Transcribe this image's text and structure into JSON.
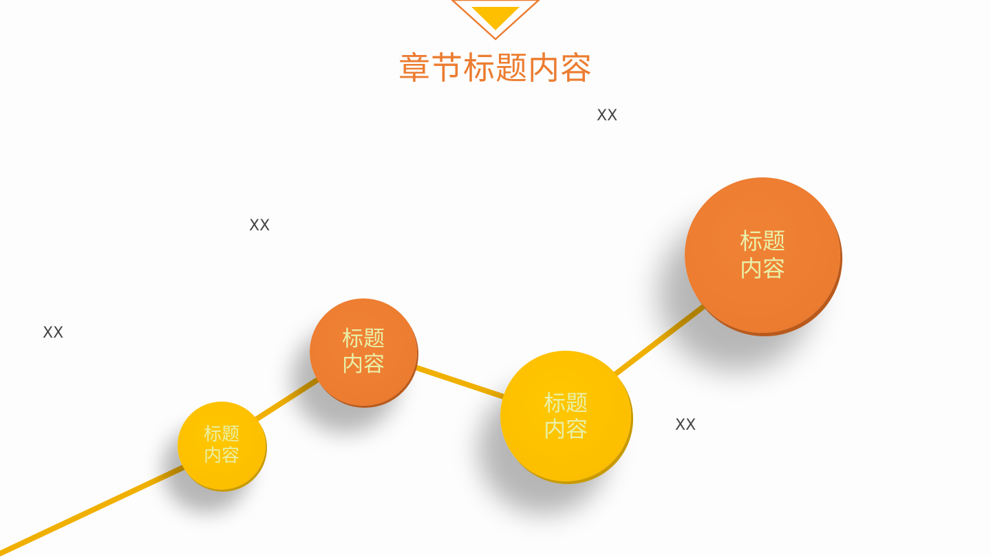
{
  "title": "章节标题内容",
  "nodes": [
    {
      "line1": "标题",
      "line2": "内容"
    },
    {
      "line1": "标题",
      "line2": "内容"
    },
    {
      "line1": "标题",
      "line2": "内容"
    },
    {
      "line1": "标题",
      "line2": "内容"
    }
  ],
  "annotations": [
    "XX",
    "XX",
    "XX",
    "XX"
  ],
  "colors": {
    "orange": "#ec7c30",
    "yellow": "#fdbf00",
    "label": "#e9f0a8",
    "annotation": "#444444",
    "background": "#fdfdfd"
  }
}
